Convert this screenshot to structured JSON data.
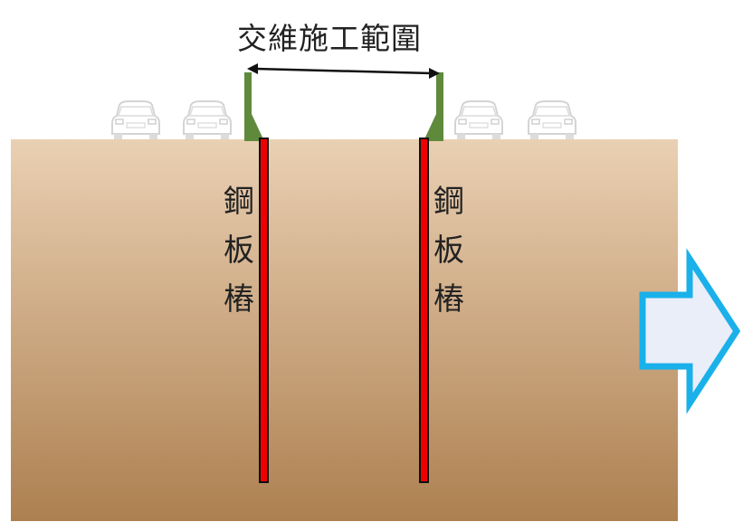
{
  "title": "交維施工範圍",
  "left_pile_label": [
    "鋼",
    "板",
    "樁"
  ],
  "right_pile_label": [
    "鋼",
    "板",
    "樁"
  ],
  "icons": [
    "car-icon",
    "arrow-right-icon",
    "double-arrow-icon"
  ],
  "colors": {
    "soil_top": "#ead0b3",
    "soil_bottom": "#b08555",
    "pile_fill": "#ee0000",
    "pile_outline": "#111111",
    "barrier": "#5f8a3c",
    "arrow_stroke": "#1ab0ea",
    "arrow_fill": "#e9eef8",
    "car": "#d8d8d8"
  }
}
